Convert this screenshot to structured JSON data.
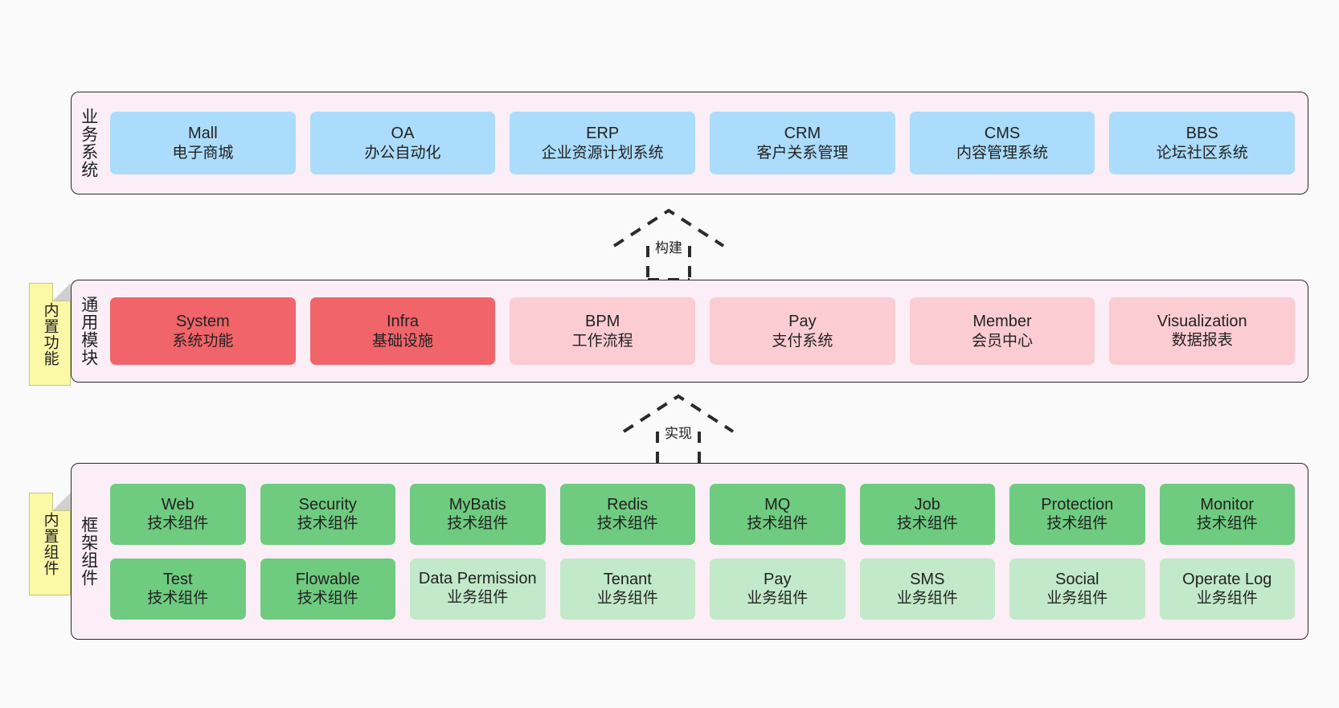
{
  "layers": [
    {
      "key": "business",
      "title": "业务系统",
      "cards": [
        {
          "name": "Mall",
          "sub": "电子商城"
        },
        {
          "name": "OA",
          "sub": "办公自动化"
        },
        {
          "name": "ERP",
          "sub": "企业资源计划系统"
        },
        {
          "name": "CRM",
          "sub": "客户关系管理"
        },
        {
          "name": "CMS",
          "sub": "内容管理系统"
        },
        {
          "name": "BBS",
          "sub": "论坛社区系统"
        }
      ]
    },
    {
      "key": "module",
      "title": "通用模块",
      "note": "内置功能",
      "cards": [
        {
          "name": "System",
          "sub": "系统功能",
          "tone": "strong"
        },
        {
          "name": "Infra",
          "sub": "基础设施",
          "tone": "strong"
        },
        {
          "name": "BPM",
          "sub": "工作流程",
          "tone": "soft"
        },
        {
          "name": "Pay",
          "sub": "支付系统",
          "tone": "soft"
        },
        {
          "name": "Member",
          "sub": "会员中心",
          "tone": "soft"
        },
        {
          "name": "Visualization",
          "sub": "数据报表",
          "tone": "soft"
        }
      ]
    },
    {
      "key": "framework",
      "title": "框架组件",
      "note": "内置组件",
      "row1": [
        {
          "name": "Web",
          "sub": "技术组件"
        },
        {
          "name": "Security",
          "sub": "技术组件"
        },
        {
          "name": "MyBatis",
          "sub": "技术组件"
        },
        {
          "name": "Redis",
          "sub": "技术组件"
        },
        {
          "name": "MQ",
          "sub": "技术组件"
        },
        {
          "name": "Job",
          "sub": "技术组件"
        },
        {
          "name": "Protection",
          "sub": "技术组件"
        },
        {
          "name": "Monitor",
          "sub": "技术组件"
        }
      ],
      "row2": [
        {
          "name": "Test",
          "sub": "技术组件",
          "tone": "strong"
        },
        {
          "name": "Flowable",
          "sub": "技术组件",
          "tone": "strong"
        },
        {
          "name": "Data Permission",
          "sub": "业务组件",
          "tone": "soft"
        },
        {
          "name": "Tenant",
          "sub": "业务组件",
          "tone": "soft"
        },
        {
          "name": "Pay",
          "sub": "业务组件",
          "tone": "soft"
        },
        {
          "name": "SMS",
          "sub": "业务组件",
          "tone": "soft"
        },
        {
          "name": "Social",
          "sub": "业务组件",
          "tone": "soft"
        },
        {
          "name": "Operate Log",
          "sub": "业务组件",
          "tone": "soft"
        }
      ]
    }
  ],
  "connectors": [
    {
      "key": "build",
      "label": "构建"
    },
    {
      "key": "implement",
      "label": "实现"
    }
  ],
  "colors": {
    "business_card": "#abdcfb",
    "module_strong": "#f1646a",
    "module_soft": "#fcccd3",
    "framework_tech": "#6ecb7f",
    "framework_biz": "#c2e9c9",
    "layer_background": "#fbeef6",
    "note_background": "#fbf8a6",
    "canvas_background": "#fafafa"
  }
}
